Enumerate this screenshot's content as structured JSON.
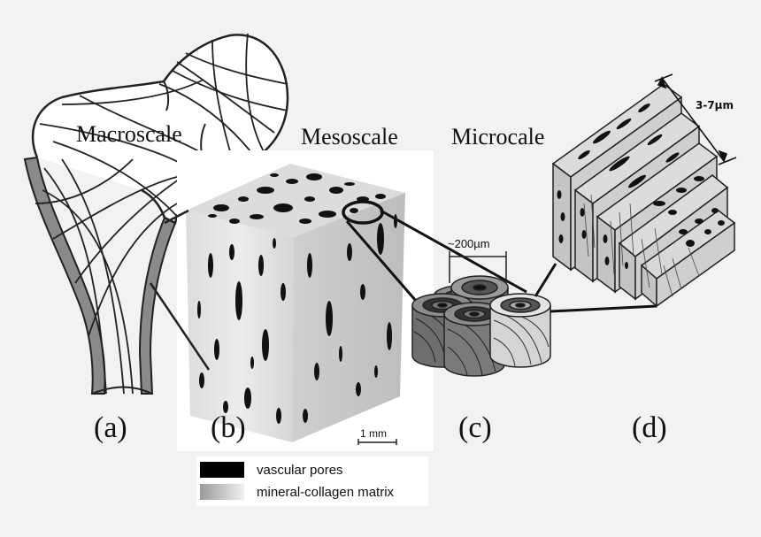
{
  "scale_titles": {
    "macro": "Macroscale",
    "meso": "Mesoscale",
    "micro": "Microcale"
  },
  "panels": {
    "a": "(a)",
    "b": "(b)",
    "c": "(c)",
    "d": "(d)"
  },
  "annotations": {
    "scale_bar": "1 mm",
    "osteon_size": "~200µm",
    "lamella_size": "3-7µm"
  },
  "legend": {
    "items": [
      {
        "label": "vascular pores",
        "color": "#000000"
      },
      {
        "label": "mineral-collagen matrix",
        "color": "#9a9a9a"
      }
    ]
  },
  "colors": {
    "background": "#f2f2f2",
    "cortex": "#8a8a8a",
    "cube_light": "#e2e2e2",
    "cube_dark": "#b8b8b8",
    "osteon_dark": "#6e6e6e",
    "osteon_mid": "#8c8c8c",
    "osteon_light": "#d0d0d0",
    "lamella_face": "#cfcfcf"
  }
}
